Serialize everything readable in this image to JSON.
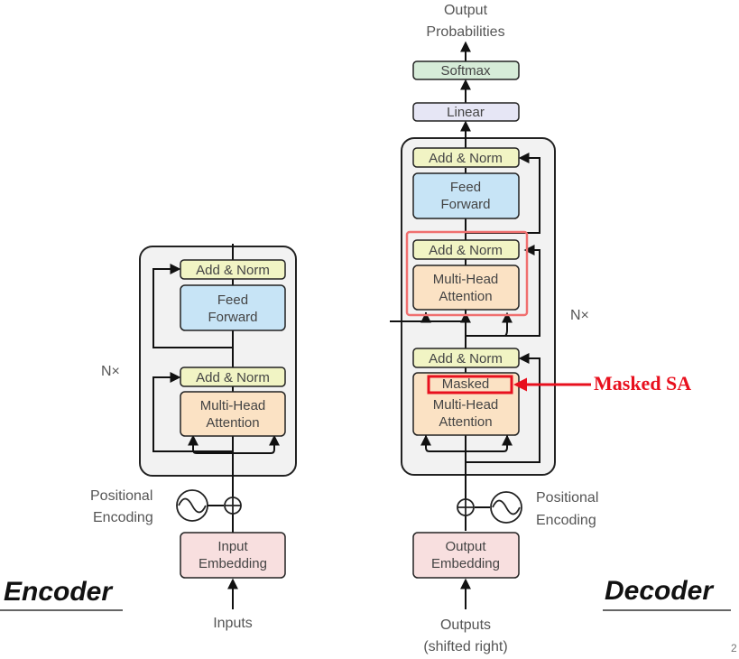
{
  "colors": {
    "norm": "#f1f4c4",
    "ffn": "#c7e4f6",
    "attention": "#fbe2c4",
    "embedding": "#f8dfdf",
    "linear": "#e6e6f5",
    "softmax": "#d6ecd8",
    "panel": "#f2f2f2",
    "highlight_red": "#e8101e",
    "highlight_soft": "#f07070"
  },
  "encoder": {
    "heading": "Encoder",
    "nx": "N×",
    "add_norm_top": "Add & Norm",
    "ffn_line1": "Feed",
    "ffn_line2": "Forward",
    "add_norm_bottom": "Add & Norm",
    "mha_line1": "Multi-Head",
    "mha_line2": "Attention",
    "pos_line1": "Positional",
    "pos_line2": "Encoding",
    "embed_line1": "Input",
    "embed_line2": "Embedding",
    "inputs": "Inputs"
  },
  "decoder": {
    "heading": "Decoder",
    "nx": "N×",
    "output_line1": "Output",
    "output_line2": "Probabilities",
    "softmax": "Softmax",
    "linear": "Linear",
    "add_norm_top": "Add & Norm",
    "ffn_line1": "Feed",
    "ffn_line2": "Forward",
    "add_norm_mid": "Add & Norm",
    "cross_line1": "Multi-Head",
    "cross_line2": "Attention",
    "add_norm_bottom": "Add & Norm",
    "masked": "Masked",
    "mha_line1": "Multi-Head",
    "mha_line2": "Attention",
    "pos_line1": "Positional",
    "pos_line2": "Encoding",
    "embed_line1": "Output",
    "embed_line2": "Embedding",
    "outputs_line1": "Outputs",
    "outputs_line2": "(shifted right)"
  },
  "annotation": {
    "label": "Masked SA"
  },
  "corner_mark": "2"
}
